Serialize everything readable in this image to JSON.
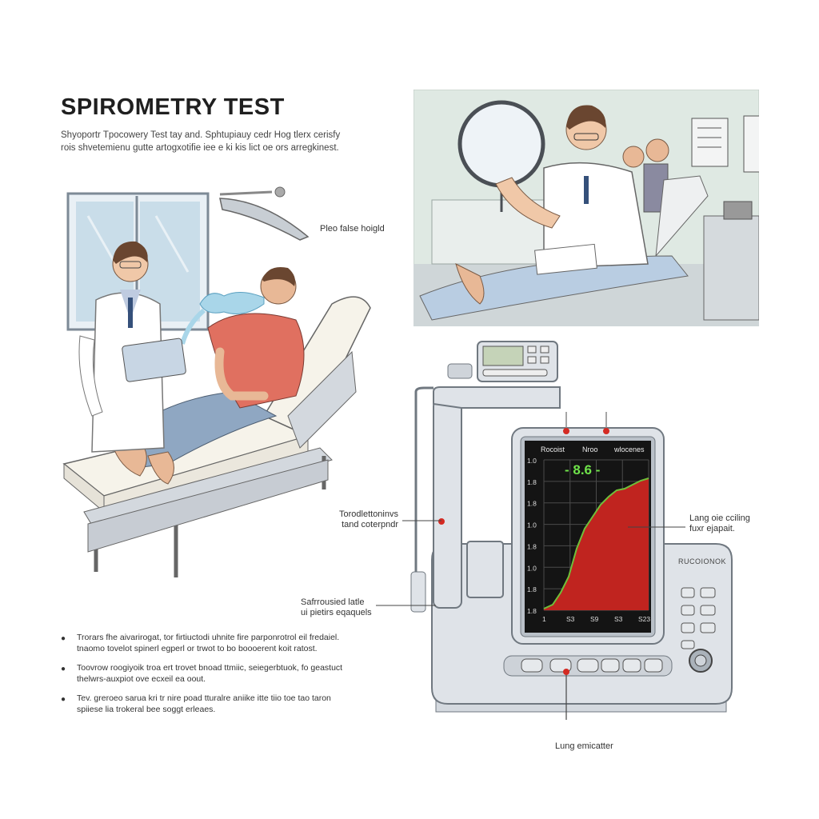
{
  "header": {
    "title": "SPIROMETRY TEST",
    "intro_line1": "Shyoportr Tpocowery Test tay and. Sphtupiauy cedr Hog tlerx cerisfy",
    "intro_line2": "rois shvetemienu gutte artogxotifie iee e ki kis lict oe ors arregkinest."
  },
  "labels": {
    "lamp": "Pleo false hoigld",
    "tube": [
      "Torodlettoninvs",
      "tand coterpndr"
    ],
    "graph": [
      "Lang oie cciling",
      "fuxr ejapait."
    ],
    "base": [
      "Safrrousied latle",
      "ui pietirs eqaquels"
    ],
    "bottom": "Lung emicatter"
  },
  "screen": {
    "headers": [
      "Rocoist",
      "Nroo",
      "wlocenes"
    ],
    "reading": "- 8.6 -",
    "y_ticks": [
      "1.0",
      "1.8",
      "1.8",
      "1.0",
      "1.8",
      "1.0",
      "1.8",
      "1.8"
    ],
    "x_ticks": [
      "1",
      "S3",
      "S9",
      "S3",
      "S23"
    ],
    "device_label": "RUCOIONOK"
  },
  "bullets": [
    {
      "line1": "Trorars fhe aivarirogat, tor firtiuctodi uhnite fire parponrotrol eil fredaiel.",
      "line2": "tnaomo tovelot spinerl egperl or trwot to bo boooerent koit ratost."
    },
    {
      "line1": "Toovrow roogiyoik troa ert trovet bnoad ttmiic, seiegerbtuok, fo geastuct",
      "line2": "thelwrs-auxpiot ove ecxeil ea oout."
    },
    {
      "line1": "Tev. greroeo sarua kri tr nire poad tturalre aniike itte tiio toe tao taron",
      "line2": "spiiese lia trokeral bee soggt erleaes."
    }
  ],
  "colors": {
    "graph_fill": "#c0241f",
    "graph_line": "#6fbf3a",
    "screen_bg": "#141414",
    "reading": "#6fe24a",
    "device": "#dfe3e8",
    "indicator": "#d42a22"
  }
}
